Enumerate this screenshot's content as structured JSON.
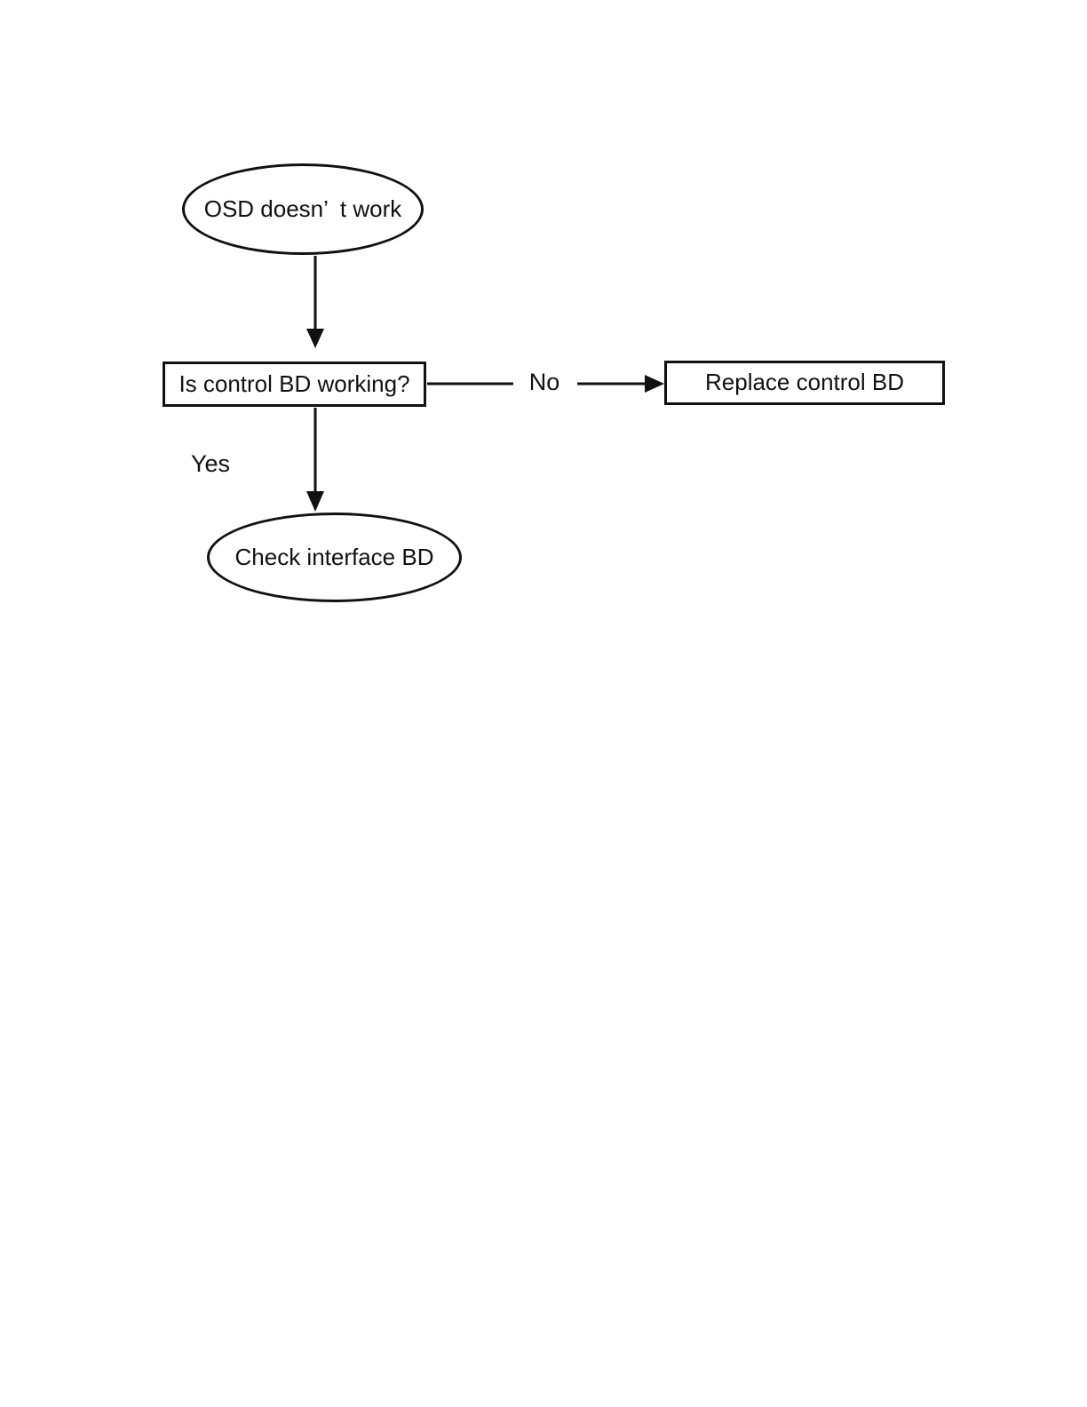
{
  "flowchart": {
    "nodes": {
      "start": {
        "shape": "ellipse",
        "label": "OSD doesn’ t work"
      },
      "decision": {
        "shape": "rectangle",
        "label": "Is control BD working?"
      },
      "replace": {
        "shape": "rectangle",
        "label": "Replace control BD"
      },
      "check": {
        "shape": "ellipse",
        "label": "Check interface BD"
      }
    },
    "edges": {
      "start_to_decision": {
        "from": "start",
        "to": "decision",
        "label": ""
      },
      "decision_to_replace": {
        "from": "decision",
        "to": "replace",
        "label": "No"
      },
      "decision_to_check": {
        "from": "decision",
        "to": "check",
        "label": "Yes"
      }
    },
    "colors": {
      "stroke": "#111111",
      "text": "#111111",
      "background": "#ffffff"
    }
  }
}
